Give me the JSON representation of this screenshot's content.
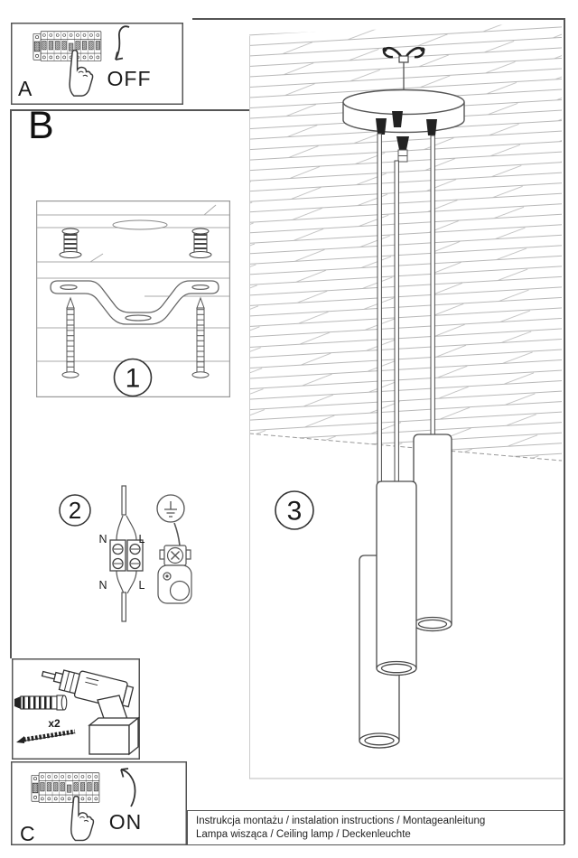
{
  "colors": {
    "ink": "#3a3a3a",
    "box_border": "#555555",
    "light_line": "#b8b8b8",
    "paper": "#ffffff"
  },
  "panel_a": {
    "letter": "A",
    "action": "OFF"
  },
  "section": {
    "letter": "B"
  },
  "step_mount": {
    "number": "1"
  },
  "step_wiring": {
    "number": "2",
    "labels": {
      "n_top": "N",
      "l_top": "L",
      "n_bottom": "N",
      "l_bottom": "L"
    }
  },
  "step_result": {
    "number": "3"
  },
  "tools": {
    "anchor_quantity": "x2"
  },
  "panel_c": {
    "letter": "C",
    "action": "ON"
  },
  "footer": {
    "line1": "Instrukcja montażu / instalation instructions / Montageanleitung",
    "line2": "Lampa wisząca / Ceiling lamp / Deckenleuchte"
  }
}
